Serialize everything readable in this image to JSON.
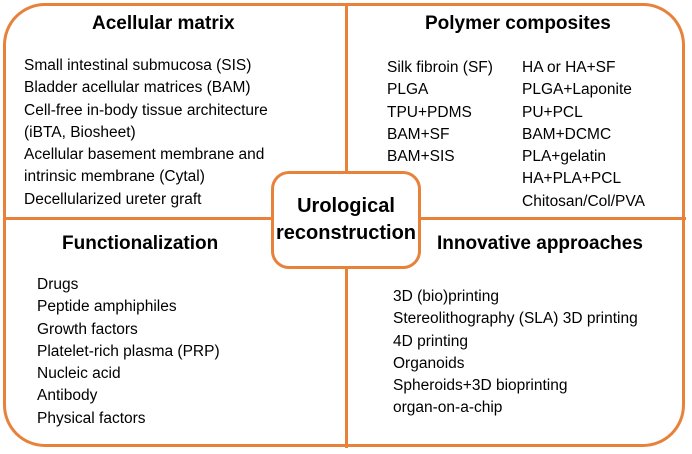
{
  "center": {
    "line1": "Urological",
    "line2": "reconstruction"
  },
  "quadrants": {
    "acellular_matrix": {
      "title": "Acellular matrix",
      "items": [
        "Small intestinal submucosa (SIS)",
        "Bladder acellular matrices (BAM)",
        "Cell-free in-body tissue architecture",
        "(iBTA, Biosheet)",
        "Acellular basement membrane and",
        "intrinsic membrane (Cytal)",
        "Decellularized ureter graft"
      ]
    },
    "polymer_composites": {
      "title": "Polymer composites",
      "left_items": [
        "Silk fibroin (SF)",
        "PLGA",
        "TPU+PDMS",
        "BAM+SF",
        "BAM+SIS"
      ],
      "right_items": [
        "HA or HA+SF",
        "PLGA+Laponite",
        "PU+PCL",
        "BAM+DCMC",
        "PLA+gelatin",
        "HA+PLA+PCL",
        "Chitosan/Col/PVA"
      ]
    },
    "functionalization": {
      "title": "Functionalization",
      "items": [
        "Drugs",
        "Peptide amphiphiles",
        "Growth factors",
        "Platelet-rich plasma (PRP)",
        "Nucleic acid",
        "Antibody",
        "Physical factors"
      ]
    },
    "innovative_approaches": {
      "title": "Innovative approaches",
      "items": [
        "3D (bio)printing",
        "Stereolithography (SLA) 3D printing",
        "4D printing",
        "Organoids",
        "Spheroids+3D bioprinting",
        "organ-on-a-chip"
      ]
    }
  },
  "colors": {
    "accent": "#E8813A",
    "text": "#000000",
    "background": "#FFFFFF"
  }
}
